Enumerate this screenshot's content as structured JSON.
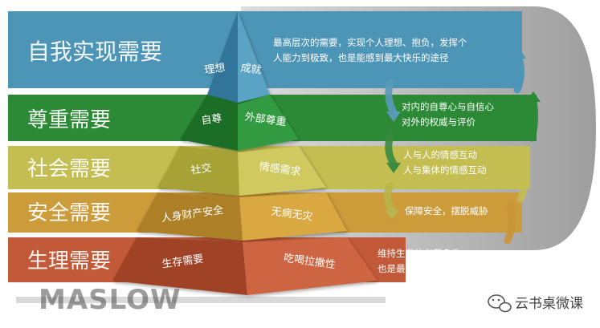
{
  "levels": [
    {
      "name": "自我实现需要",
      "left_label": "理想",
      "right_label": "成就",
      "description": [
        "最高层次的需要，实现个人理想、抱负，发挥个",
        "人能力到极致，也是能感到最大快乐的途径"
      ],
      "band_color": "#4d95b6",
      "left_face": "#31759b",
      "right_face": "#5aa3c4"
    },
    {
      "name": "尊重需要",
      "left_label": "自尊",
      "right_label": "外部尊重",
      "description": [
        "对内的自尊心与自信心",
        "对外的权威与评价"
      ],
      "band_color": "#2c8a37",
      "left_face": "#1f6d28",
      "right_face": "#339a3f"
    },
    {
      "name": "社会需要",
      "left_label": "社交",
      "right_label": "情感需求",
      "description": [
        "人与人的情感互动",
        "人与集体的情感互动"
      ],
      "band_color": "#c3bd52",
      "left_face": "#a7a236",
      "right_face": "#cfc960"
    },
    {
      "name": "安全需要",
      "left_label": "人身财产安全",
      "right_label": "无病无灾",
      "description": [
        "保障安全，摆脱威胁"
      ],
      "band_color": "#cc9b3a",
      "left_face": "#ad7f25",
      "right_face": "#d9a83f"
    },
    {
      "name": "生理需要",
      "left_label": "生存需要",
      "right_label": "吃喝拉撒性",
      "description": [
        "维持生存的必要条件，",
        "也是最底层最基础的需求"
      ],
      "band_color": "#c25a39",
      "left_face": "#9f4226",
      "right_face": "#cd6543"
    }
  ],
  "watermark": {
    "text": "MASLOW"
  },
  "badge": {
    "text": "云书桌微课",
    "icon": "wechat-icon"
  }
}
